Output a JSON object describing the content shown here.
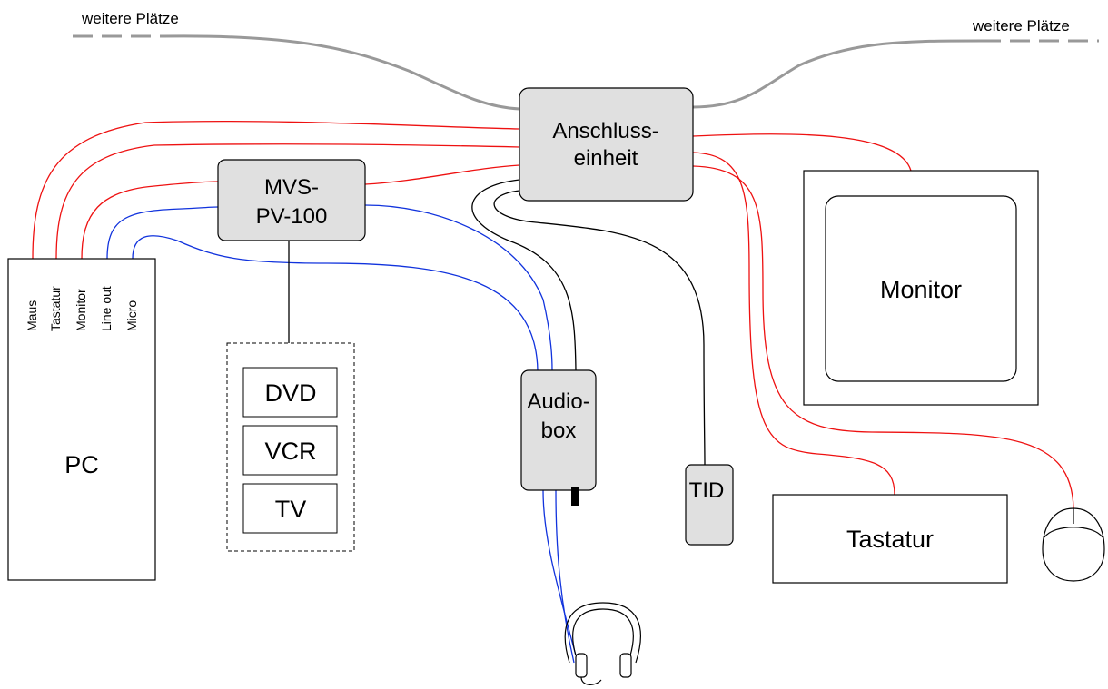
{
  "labels": {
    "further_seats_left": "weitere Plätze",
    "further_seats_right": "weitere Plätze",
    "connection_unit_line1": "Anschluss-",
    "connection_unit_line2": "einheit",
    "mvs_line1": "MVS-",
    "mvs_line2": "PV-100",
    "pc": "PC",
    "monitor": "Monitor",
    "audiobox_line1": "Audio-",
    "audiobox_line2": "box",
    "tid": "TID",
    "keyboard": "Tastatur",
    "dvd": "DVD",
    "vcr": "VCR",
    "tv": "TV"
  },
  "pc_ports": [
    "Maus",
    "Tastatur",
    "Monitor",
    "Line out",
    "Micro"
  ],
  "colors": {
    "device_fill": "#e0e0e0",
    "red_cable": "#ee1111",
    "blue_cable": "#1133dd",
    "black_cable": "#000000",
    "network_cable": "#999999"
  }
}
